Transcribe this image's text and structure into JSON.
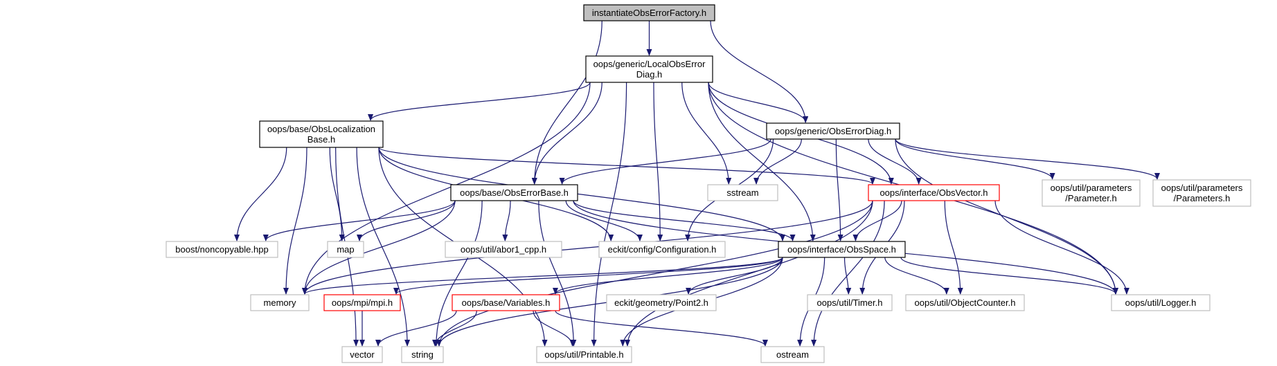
{
  "colors": {
    "edge": "#191970",
    "root_fill": "#bfbfbf",
    "node_fill": "#ffffff",
    "node_border": "#000000",
    "external_border": "#bfbfbf",
    "truncated_border": "#ff0000",
    "label_text": "#000000"
  },
  "nodes": [
    {
      "id": "root",
      "lines": [
        "instantiateObsErrorFactory.h"
      ],
      "kind": "root"
    },
    {
      "id": "localdiag",
      "lines": [
        "oops/generic/LocalObsError",
        "Diag.h"
      ],
      "kind": "file"
    },
    {
      "id": "obsloc",
      "lines": [
        "oops/base/ObsLocalization",
        "Base.h"
      ],
      "kind": "file"
    },
    {
      "id": "obserrdiag",
      "lines": [
        "oops/generic/ObsErrorDiag.h"
      ],
      "kind": "file"
    },
    {
      "id": "obserrbase",
      "lines": [
        "oops/base/ObsErrorBase.h"
      ],
      "kind": "file"
    },
    {
      "id": "sstream",
      "lines": [
        "sstream"
      ],
      "kind": "external"
    },
    {
      "id": "obsvector",
      "lines": [
        "oops/interface/ObsVector.h"
      ],
      "kind": "truncated"
    },
    {
      "id": "parameter",
      "lines": [
        "oops/util/parameters",
        "/Parameter.h"
      ],
      "kind": "external"
    },
    {
      "id": "parameters",
      "lines": [
        "oops/util/parameters",
        "/Parameters.h"
      ],
      "kind": "external"
    },
    {
      "id": "noncopyable",
      "lines": [
        "boost/noncopyable.hpp"
      ],
      "kind": "external"
    },
    {
      "id": "map",
      "lines": [
        "map"
      ],
      "kind": "external"
    },
    {
      "id": "abort",
      "lines": [
        "oops/util/abor1_cpp.h"
      ],
      "kind": "external"
    },
    {
      "id": "config",
      "lines": [
        "eckit/config/Configuration.h"
      ],
      "kind": "external"
    },
    {
      "id": "obsspace",
      "lines": [
        "oops/interface/ObsSpace.h"
      ],
      "kind": "file"
    },
    {
      "id": "memory",
      "lines": [
        "memory"
      ],
      "kind": "external"
    },
    {
      "id": "mpi",
      "lines": [
        "oops/mpi/mpi.h"
      ],
      "kind": "truncated"
    },
    {
      "id": "variables",
      "lines": [
        "oops/base/Variables.h"
      ],
      "kind": "truncated"
    },
    {
      "id": "point2",
      "lines": [
        "eckit/geometry/Point2.h"
      ],
      "kind": "external"
    },
    {
      "id": "timer",
      "lines": [
        "oops/util/Timer.h"
      ],
      "kind": "external"
    },
    {
      "id": "objcounter",
      "lines": [
        "oops/util/ObjectCounter.h"
      ],
      "kind": "external"
    },
    {
      "id": "logger",
      "lines": [
        "oops/util/Logger.h"
      ],
      "kind": "external"
    },
    {
      "id": "vector",
      "lines": [
        "vector"
      ],
      "kind": "external"
    },
    {
      "id": "string",
      "lines": [
        "string"
      ],
      "kind": "external"
    },
    {
      "id": "printable",
      "lines": [
        "oops/util/Printable.h"
      ],
      "kind": "external"
    },
    {
      "id": "ostream",
      "lines": [
        "ostream"
      ],
      "kind": "external"
    }
  ],
  "edges": [
    {
      "from": "root",
      "to": "localdiag"
    },
    {
      "from": "root",
      "to": "obserrbase"
    },
    {
      "from": "root",
      "to": "obserrdiag"
    },
    {
      "from": "localdiag",
      "to": "obsloc"
    },
    {
      "from": "localdiag",
      "to": "obserrdiag"
    },
    {
      "from": "localdiag",
      "to": "obserrbase"
    },
    {
      "from": "localdiag",
      "to": "config"
    },
    {
      "from": "localdiag",
      "to": "obsspace"
    },
    {
      "from": "localdiag",
      "to": "sstream"
    },
    {
      "from": "localdiag",
      "to": "obsvector"
    },
    {
      "from": "localdiag",
      "to": "memory"
    },
    {
      "from": "localdiag",
      "to": "logger"
    },
    {
      "from": "localdiag",
      "to": "printable"
    },
    {
      "from": "obsloc",
      "to": "noncopyable"
    },
    {
      "from": "obsloc",
      "to": "map"
    },
    {
      "from": "obsloc",
      "to": "config"
    },
    {
      "from": "obsloc",
      "to": "obsspace"
    },
    {
      "from": "obsloc",
      "to": "obsvector"
    },
    {
      "from": "obsloc",
      "to": "memory"
    },
    {
      "from": "obsloc",
      "to": "vector"
    },
    {
      "from": "obsloc",
      "to": "string"
    },
    {
      "from": "obsloc",
      "to": "printable"
    },
    {
      "from": "obserrdiag",
      "to": "obserrbase"
    },
    {
      "from": "obserrdiag",
      "to": "sstream"
    },
    {
      "from": "obserrdiag",
      "to": "obsvector"
    },
    {
      "from": "obserrdiag",
      "to": "parameter"
    },
    {
      "from": "obserrdiag",
      "to": "parameters"
    },
    {
      "from": "obserrdiag",
      "to": "config"
    },
    {
      "from": "obserrdiag",
      "to": "obsspace"
    },
    {
      "from": "obserrdiag",
      "to": "logger"
    },
    {
      "from": "obserrbase",
      "to": "noncopyable"
    },
    {
      "from": "obserrbase",
      "to": "map"
    },
    {
      "from": "obserrbase",
      "to": "abort"
    },
    {
      "from": "obserrbase",
      "to": "config"
    },
    {
      "from": "obserrbase",
      "to": "obsspace"
    },
    {
      "from": "obserrbase",
      "to": "memory"
    },
    {
      "from": "obserrbase",
      "to": "logger"
    },
    {
      "from": "obserrbase",
      "to": "printable"
    },
    {
      "from": "obserrbase",
      "to": "string"
    },
    {
      "from": "obsvector",
      "to": "obsspace"
    },
    {
      "from": "obsvector",
      "to": "memory"
    },
    {
      "from": "obsvector",
      "to": "timer"
    },
    {
      "from": "obsvector",
      "to": "objcounter"
    },
    {
      "from": "obsvector",
      "to": "logger"
    },
    {
      "from": "obsvector",
      "to": "ostream"
    },
    {
      "from": "obsvector",
      "to": "printable"
    },
    {
      "from": "obsvector",
      "to": "string"
    },
    {
      "from": "obsspace",
      "to": "memory"
    },
    {
      "from": "obsspace",
      "to": "mpi"
    },
    {
      "from": "obsspace",
      "to": "variables"
    },
    {
      "from": "obsspace",
      "to": "point2"
    },
    {
      "from": "obsspace",
      "to": "timer"
    },
    {
      "from": "obsspace",
      "to": "objcounter"
    },
    {
      "from": "obsspace",
      "to": "logger"
    },
    {
      "from": "obsspace",
      "to": "ostream"
    },
    {
      "from": "obsspace",
      "to": "printable"
    },
    {
      "from": "obsspace",
      "to": "string"
    },
    {
      "from": "mpi",
      "to": "vector"
    },
    {
      "from": "variables",
      "to": "vector"
    },
    {
      "from": "variables",
      "to": "string"
    },
    {
      "from": "variables",
      "to": "printable"
    },
    {
      "from": "variables",
      "to": "ostream"
    }
  ]
}
